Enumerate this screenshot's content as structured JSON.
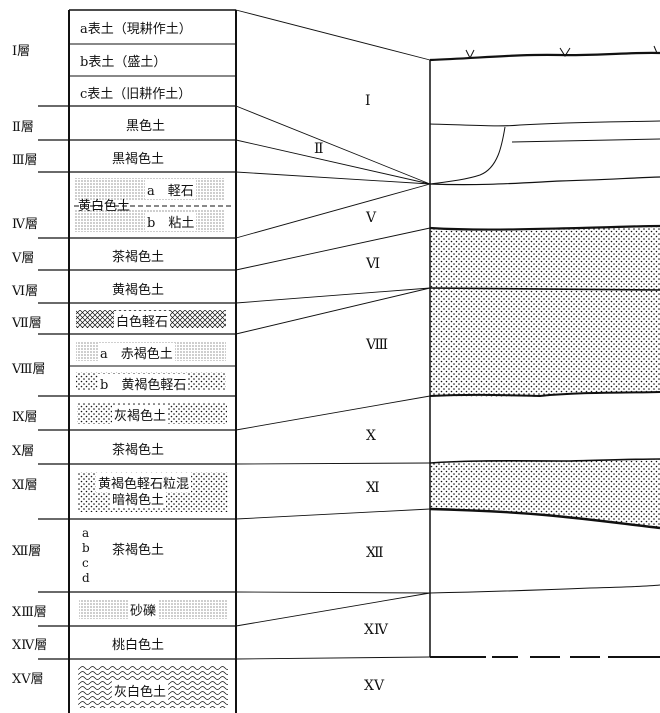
{
  "column": {
    "layers": [
      {
        "id": "I",
        "name": "Ⅰ層",
        "subs": [
          "a表土（現耕作土）",
          "b表土（盛土）",
          "c表土（旧耕作土）"
        ]
      },
      {
        "id": "II",
        "name": "Ⅱ層",
        "desc": "黒色土"
      },
      {
        "id": "III",
        "name": "Ⅲ層",
        "desc": "黒褐色土"
      },
      {
        "id": "IV",
        "name": "Ⅳ層",
        "desc": "黄白色土",
        "sub_a": "a　軽石",
        "sub_b": "b　粘土"
      },
      {
        "id": "V",
        "name": "Ⅴ層",
        "desc": "茶褐色土"
      },
      {
        "id": "VI",
        "name": "Ⅵ層",
        "desc": "黄褐色土"
      },
      {
        "id": "VII",
        "name": "Ⅶ層",
        "desc": "白色軽石"
      },
      {
        "id": "VIII",
        "name": "Ⅷ層",
        "sub_a": "a　赤褐色土",
        "sub_b": "b　黄褐色軽石"
      },
      {
        "id": "IX",
        "name": "Ⅸ層",
        "desc": "灰褐色土"
      },
      {
        "id": "X",
        "name": "Ⅹ層",
        "desc": "茶褐色土"
      },
      {
        "id": "XI",
        "name": "Ⅺ層",
        "desc_line1": "黄褐色軽石粒混",
        "desc_line2": "暗褐色土"
      },
      {
        "id": "XII",
        "name": "Ⅻ層",
        "desc": "茶褐色土",
        "letters": [
          "a",
          "b",
          "c",
          "d"
        ]
      },
      {
        "id": "XIII",
        "name": "ⅩⅢ層",
        "desc": "砂礫"
      },
      {
        "id": "XIV",
        "name": "ⅩⅣ層",
        "desc": "桃白色土"
      },
      {
        "id": "XV",
        "name": "ⅩⅤ層",
        "desc": "灰白色土"
      }
    ]
  },
  "section": {
    "numerals": [
      "Ⅰ",
      "Ⅱ",
      "Ⅴ",
      "Ⅵ",
      "Ⅷ",
      "Ⅹ",
      "Ⅺ",
      "Ⅻ",
      "ⅩⅣ",
      "ⅩⅤ"
    ]
  },
  "colors": {
    "ink": "#111111",
    "paper": "#ffffff"
  }
}
